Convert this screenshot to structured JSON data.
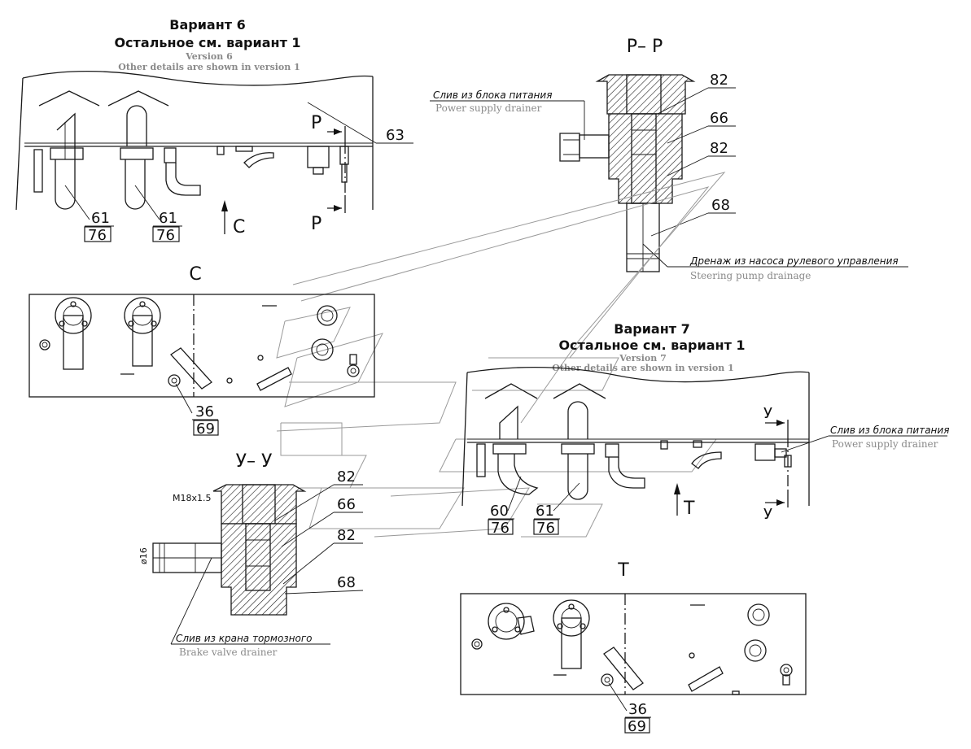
{
  "variant6": {
    "title_ru": "Вариант 6",
    "subtitle_ru": "Остальное см. вариант 1",
    "title_en": "Version 6",
    "subtitle_en": "Other details are shown in version 1"
  },
  "variant7": {
    "title_ru": "Вариант 7",
    "subtitle_ru": "Остальное см. вариант 1",
    "title_en": "Version 7",
    "subtitle_en": "Other details are shown in version 1"
  },
  "section_pp": {
    "title": "Р– Р",
    "drain_ru": "Слив из блока питания",
    "drain_en": "Power supply drainer",
    "pump_ru": "Дренаж из насоса рулевого управления",
    "pump_en": "Steering pump drainage"
  },
  "section_yy": {
    "title": "У– У",
    "thread": "M18x1.5",
    "diameter": "ø16",
    "drain_ru": "Слив из крана тормозного",
    "drain_en": "Brake valve drainer"
  },
  "view_c": {
    "title": "С",
    "arrow": "С"
  },
  "view_t": {
    "title": "Т",
    "arrow": "Т"
  },
  "variant7_drain": {
    "ru": "Слив из блока питания",
    "en": "Power supply drainer"
  },
  "section_marks": {
    "p": "Р",
    "y": "У"
  },
  "callouts": {
    "n61": "61",
    "n76": "76",
    "n63": "63",
    "n82": "82",
    "n66": "66",
    "n68": "68",
    "n36": "36",
    "n69": "69",
    "n60": "60"
  }
}
